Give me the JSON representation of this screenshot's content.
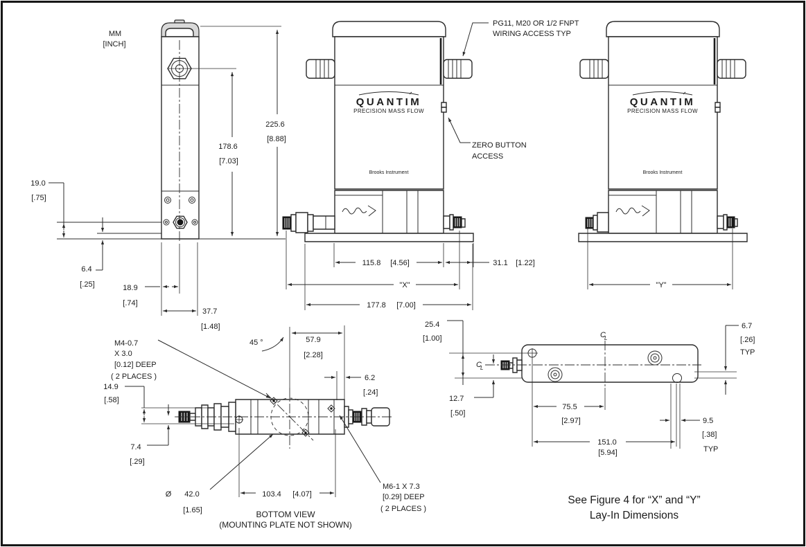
{
  "units": {
    "mm": "MM",
    "inch": "[INCH]"
  },
  "device": {
    "brand": "QUANTIM",
    "tagline": "PRECISION MASS FLOW",
    "maker": "Brooks Instrument"
  },
  "callouts": {
    "wiring_l1": "PG11, M20 OR 1/2 FNPT",
    "wiring_l2": "WIRING ACCESS TYP",
    "zero_l1": "ZERO BUTTON",
    "zero_l2": "ACCESS"
  },
  "side_dims": {
    "h225_mm": "225.6",
    "h225_in": "[8.88]",
    "h178_mm": "178.6",
    "h178_in": "[7.03]",
    "d19_mm": "19.0",
    "d19_in": "[.75]",
    "d64_mm": "6.4",
    "d64_in": "[.25]",
    "d189_mm": "18.9",
    "d189_in": "[.74]",
    "d377_mm": "37.7",
    "d377_in": "[1.48]"
  },
  "front_dims": {
    "d1158_mm": "115.8",
    "d1158_in": "[4.56]",
    "d311_mm": "31.1",
    "d311_in": "[1.22]",
    "x_label": "\"X\"",
    "d1778_mm": "177.8",
    "d1778_in": "[7.00]",
    "y_label": "\"Y\""
  },
  "bottom_view": {
    "m4_l1": "M4-0.7",
    "m4_l2": "X 3.0",
    "m4_l3": "[0.12] DEEP",
    "m4_l4": "( 2 PLACES )",
    "angle": "45 °",
    "d579_mm": "57.9",
    "d579_in": "[2.28]",
    "d62_mm": "6.2",
    "d62_in": "[.24]",
    "d149_mm": "14.9",
    "d149_in": "[.58]",
    "d74_mm": "7.4",
    "d74_in": "[.29]",
    "dia_sym": "Ø",
    "d42_mm": "42.0",
    "d42_in": "[1.65]",
    "d1034_mm": "103.4",
    "d1034_in": "[4.07]",
    "m6_l1": "M6-1 X 7.3",
    "m6_l2": "[0.29] DEEP",
    "m6_l3": "( 2 PLACES )",
    "title": "BOTTOM VIEW",
    "subtitle": "(MOUNTING PLATE NOT SHOWN)"
  },
  "plate_view": {
    "d254_mm": "25.4",
    "d254_in": "[1.00]",
    "d127_mm": "12.7",
    "d127_in": "[.50]",
    "d755_mm": "75.5",
    "d755_in": "[2.97]",
    "d151_mm": "151.0",
    "d151_in": "[5.94]",
    "d95_mm": "9.5",
    "d95_in": "[.38]",
    "d95_typ": "TYP",
    "d67_mm": "6.7",
    "d67_in": "[.26]",
    "d67_typ": "TYP",
    "cl_c": "C",
    "cl_l": "L"
  },
  "note": {
    "line1": "See Figure 4 for “X” and “Y”",
    "line2": "Lay-In Dimensions"
  }
}
